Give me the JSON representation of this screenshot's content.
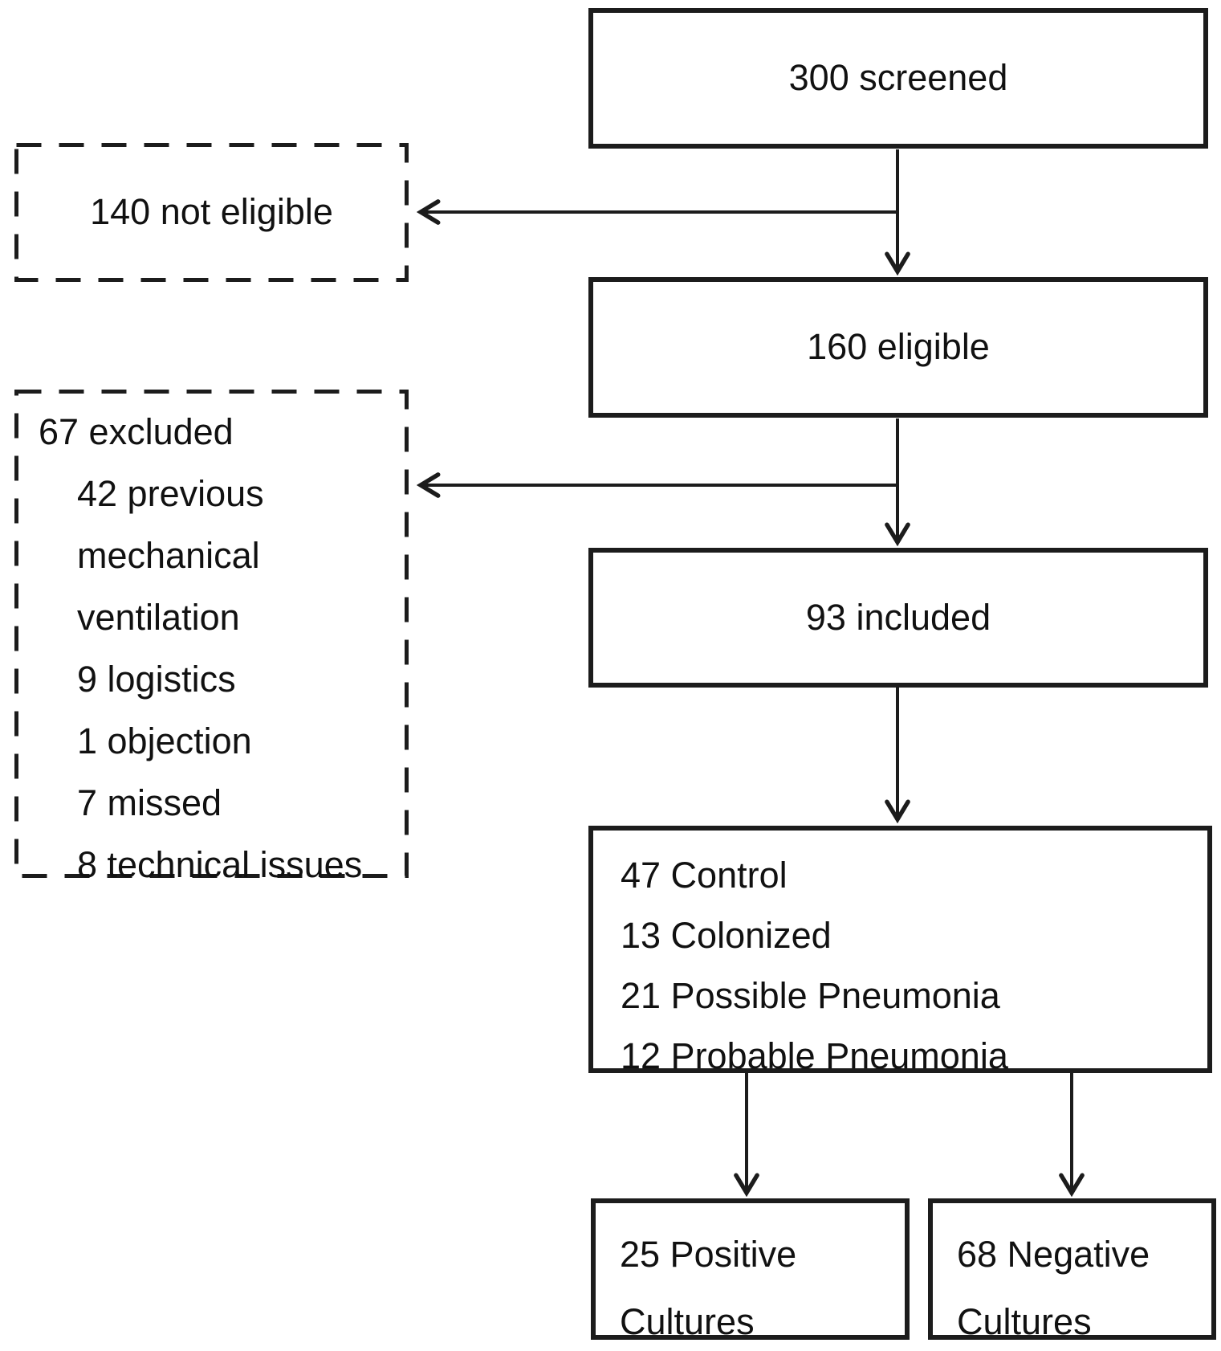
{
  "diagram": {
    "nodes": {
      "screened": {
        "label": "300 screened"
      },
      "not_eligible": {
        "label": "140 not eligible"
      },
      "eligible": {
        "label": "160 eligible"
      },
      "excluded": {
        "title": "67 excluded",
        "items": [
          "42 previous mechanical ventilation",
          "9 logistics",
          "1 objection",
          "7 missed",
          "8 technical issues"
        ]
      },
      "included": {
        "label": "93 included"
      },
      "classification": {
        "items": [
          "47 Control",
          "13 Colonized",
          "21 Possible Pneumonia",
          "12 Probable Pneumonia"
        ]
      },
      "positive_cultures": {
        "label": "25 Positive Cultures"
      },
      "negative_cultures": {
        "label": "68 Negative Cultures"
      }
    },
    "colors": {
      "ink": "#1c1c1c",
      "background": "#ffffff"
    }
  }
}
